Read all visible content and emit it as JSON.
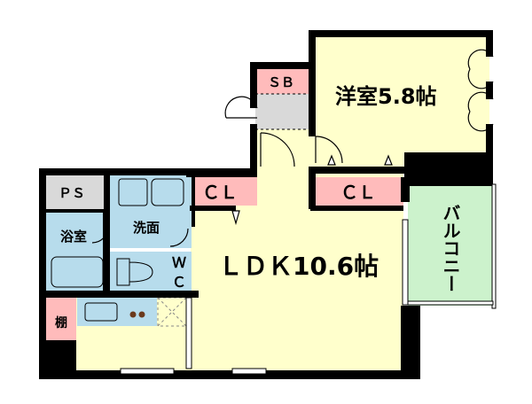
{
  "rooms": {
    "western_room": "洋室5.8帖",
    "ldk": "ＬＤＫ10.6帖",
    "shoe_box": "ＳＢ",
    "closet_upper": "ＣＬ",
    "closet_lower": "ＣＬ",
    "pipe_space": "ＰＳ",
    "bathroom": "浴室",
    "washroom": "洗面",
    "toilet_w": "Ｗ",
    "toilet_c": "Ｃ",
    "shelf": "棚",
    "balcony": "バルコニー"
  },
  "colors": {
    "room_fill": "#ffffcc",
    "closet_fill": "#ffbbbb",
    "wet_area_fill": "#b7dcec",
    "balcony_fill": "#ccf2cc",
    "storage_fill": "#d9d9d9",
    "wall": "#000000"
  }
}
